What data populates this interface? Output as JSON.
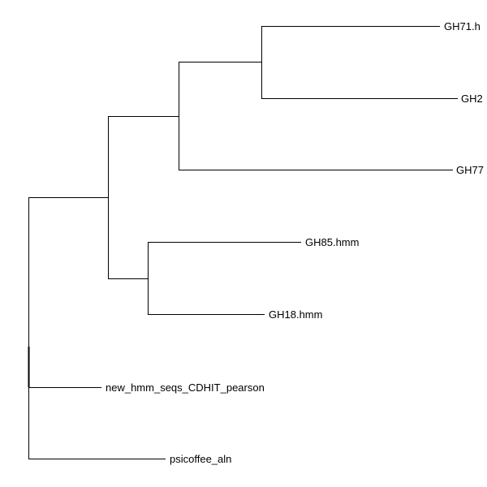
{
  "diagram": {
    "type": "phylogenetic-tree",
    "tips": [
      {
        "id": "t1",
        "label": "GH71.h"
      },
      {
        "id": "t2",
        "label": "GH2"
      },
      {
        "id": "t3",
        "label": "GH77"
      },
      {
        "id": "t4",
        "label": "GH85.hmm"
      },
      {
        "id": "t5",
        "label": "GH18.hmm"
      },
      {
        "id": "t6",
        "label": "new_hmm_seqs_CDHIT_pearson"
      },
      {
        "id": "t7",
        "label": "psicoffee_aln"
      }
    ],
    "colors": {
      "line": "#000000",
      "text": "#000000",
      "background": "#ffffff"
    }
  }
}
